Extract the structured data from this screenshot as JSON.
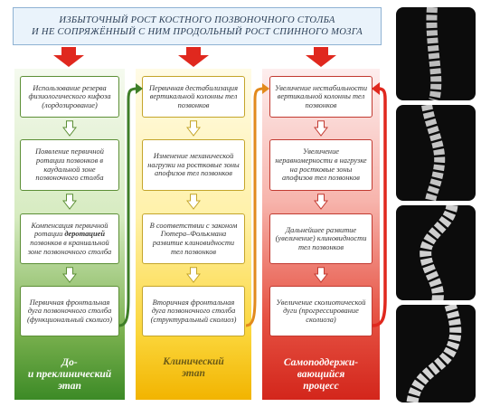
{
  "header": {
    "line1": "ИЗБЫТОЧНЫЙ РОСТ КОСТНОГО ПОЗВОНОЧНОГО СТОЛБА",
    "line2": "И НЕ СОПРЯЖЁННЫЙ С НИМ ПРОДОЛЬНЫЙ РОСТ СПИННОГО МОЗГА"
  },
  "columns": [
    {
      "color": "#5c8f36",
      "boxes": [
        "Использование резерва физиологического кифоза (лордозирование)",
        "Появление первичной ротации позвонков в каудальной зоне позвоночного столба",
        {
          "before": "Компенсация первичной ротации ",
          "bold": "деротацией",
          "after": " позвонков в краниальной зоне позвоночного столба"
        },
        "Первичная фронтальная дуга позвоночного столба (функциональный сколиоз)"
      ],
      "stage": [
        "До-",
        "и преклинический",
        "этап"
      ]
    },
    {
      "color": "#c4a52a",
      "boxes": [
        "Первичная дестабилизация вертикальной колонны тел позвонков",
        "Изменение механической нагрузки на ростковые зоны апофизов тел позвонков",
        "В соответствии с законом Гютера–Фолькмана развитие клиновидности тел позвонков",
        "Вторичная фронтальная дуга позвоночного столба (структуральный сколиоз)"
      ],
      "stage": [
        "Клинический",
        "этап"
      ]
    },
    {
      "color": "#c23a31",
      "boxes": [
        "Увеличение нестабильности вертикальной колонны тел позвонков",
        "Увеличение неравномерности в нагрузке на ростковые зоны апофизов тел позвонков",
        "Дальнейшее развитие (увеличение) клиновидности тел позвонков",
        "Увеличение сколиотической дуги (прогрессирование сколиоза)"
      ],
      "stage": [
        "Самоподдержи-",
        "вающийся",
        "процесс"
      ]
    }
  ],
  "colors": {
    "header_bg": "#eaf3fb",
    "big_arrow": "#e0281e",
    "xray_bg": "#0c0c0c"
  }
}
